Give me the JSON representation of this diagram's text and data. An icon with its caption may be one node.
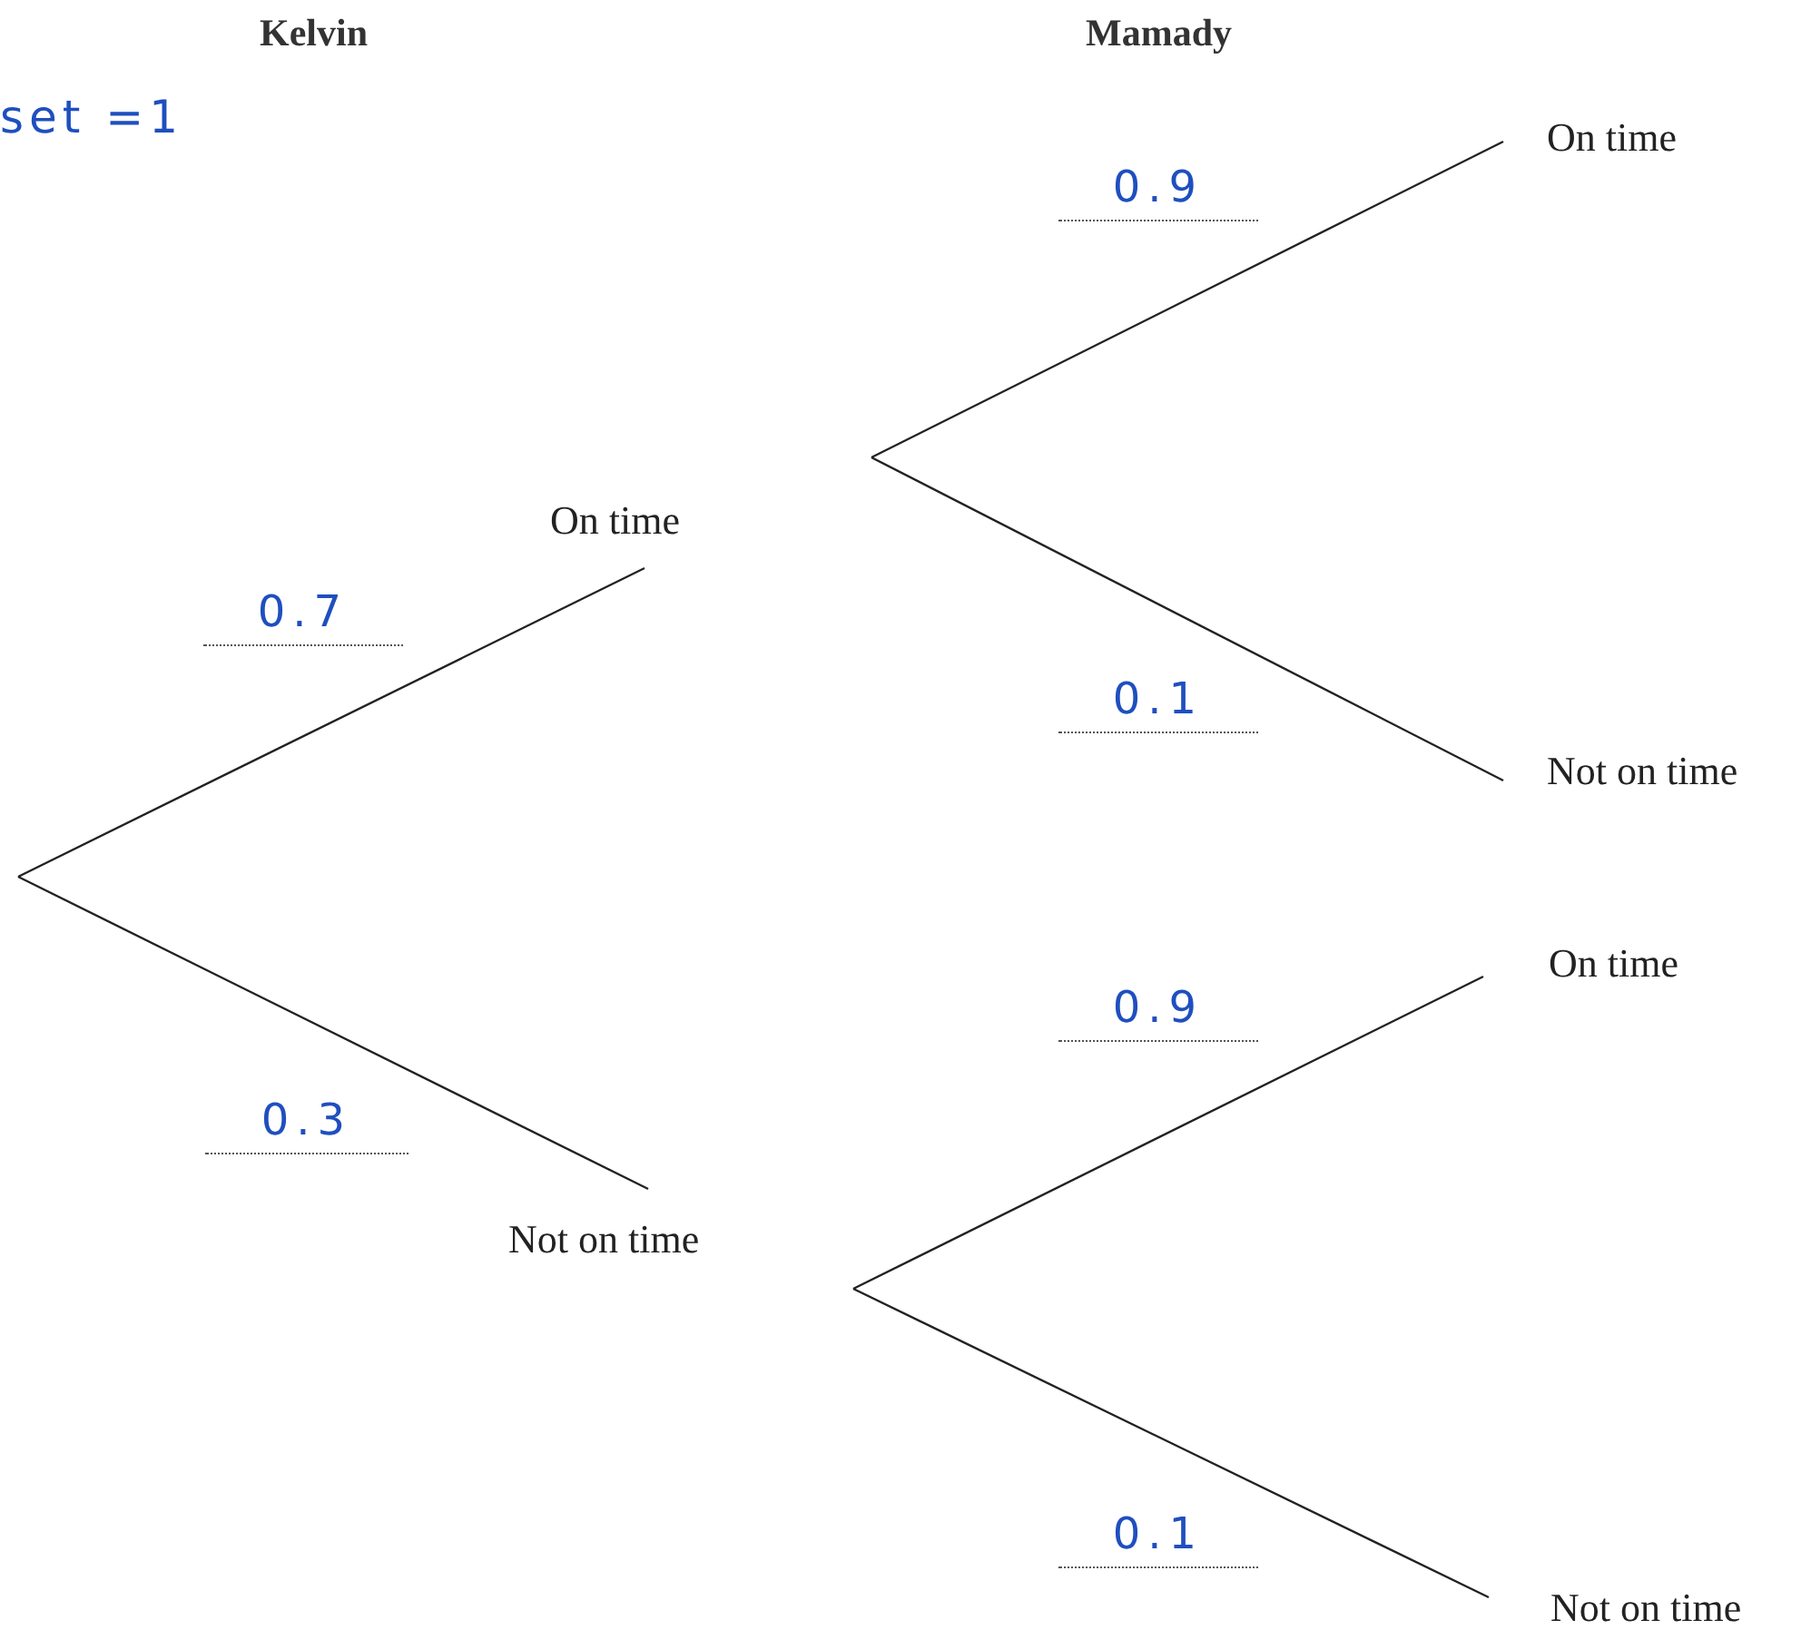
{
  "diagram": {
    "nodes": [
      {
        "text": [
          "On time"
        ]
      },
      {
        "text": [
          "Not on time"
        ]
      },
      {
        "text": [
          "On time"
        ]
      },
      {
        "text": [
          "Not on time"
        ]
      },
      {
        "text": [
          "On time"
        ]
      },
      {
        "text": [
          "Not on time"
        ]
      }
    ],
    "edges": [
      {
        "from": null,
        "to": 0,
        "arrow": "none",
        "label": "0.7"
      },
      {
        "from": null,
        "to": 1,
        "arrow": "none",
        "label": "0.3"
      },
      {
        "from": null,
        "to": 2,
        "arrow": "none",
        "label": "0.9"
      },
      {
        "from": null,
        "to": 3,
        "arrow": "none",
        "label": "0.1"
      },
      {
        "from": null,
        "to": 4,
        "arrow": "none",
        "label": "0.9"
      },
      {
        "from": null,
        "to": 5,
        "arrow": "none",
        "label": "0.1"
      }
    ],
    "labels": [
      "Kelvin",
      "Mamady",
      "set =1"
    ]
  }
}
